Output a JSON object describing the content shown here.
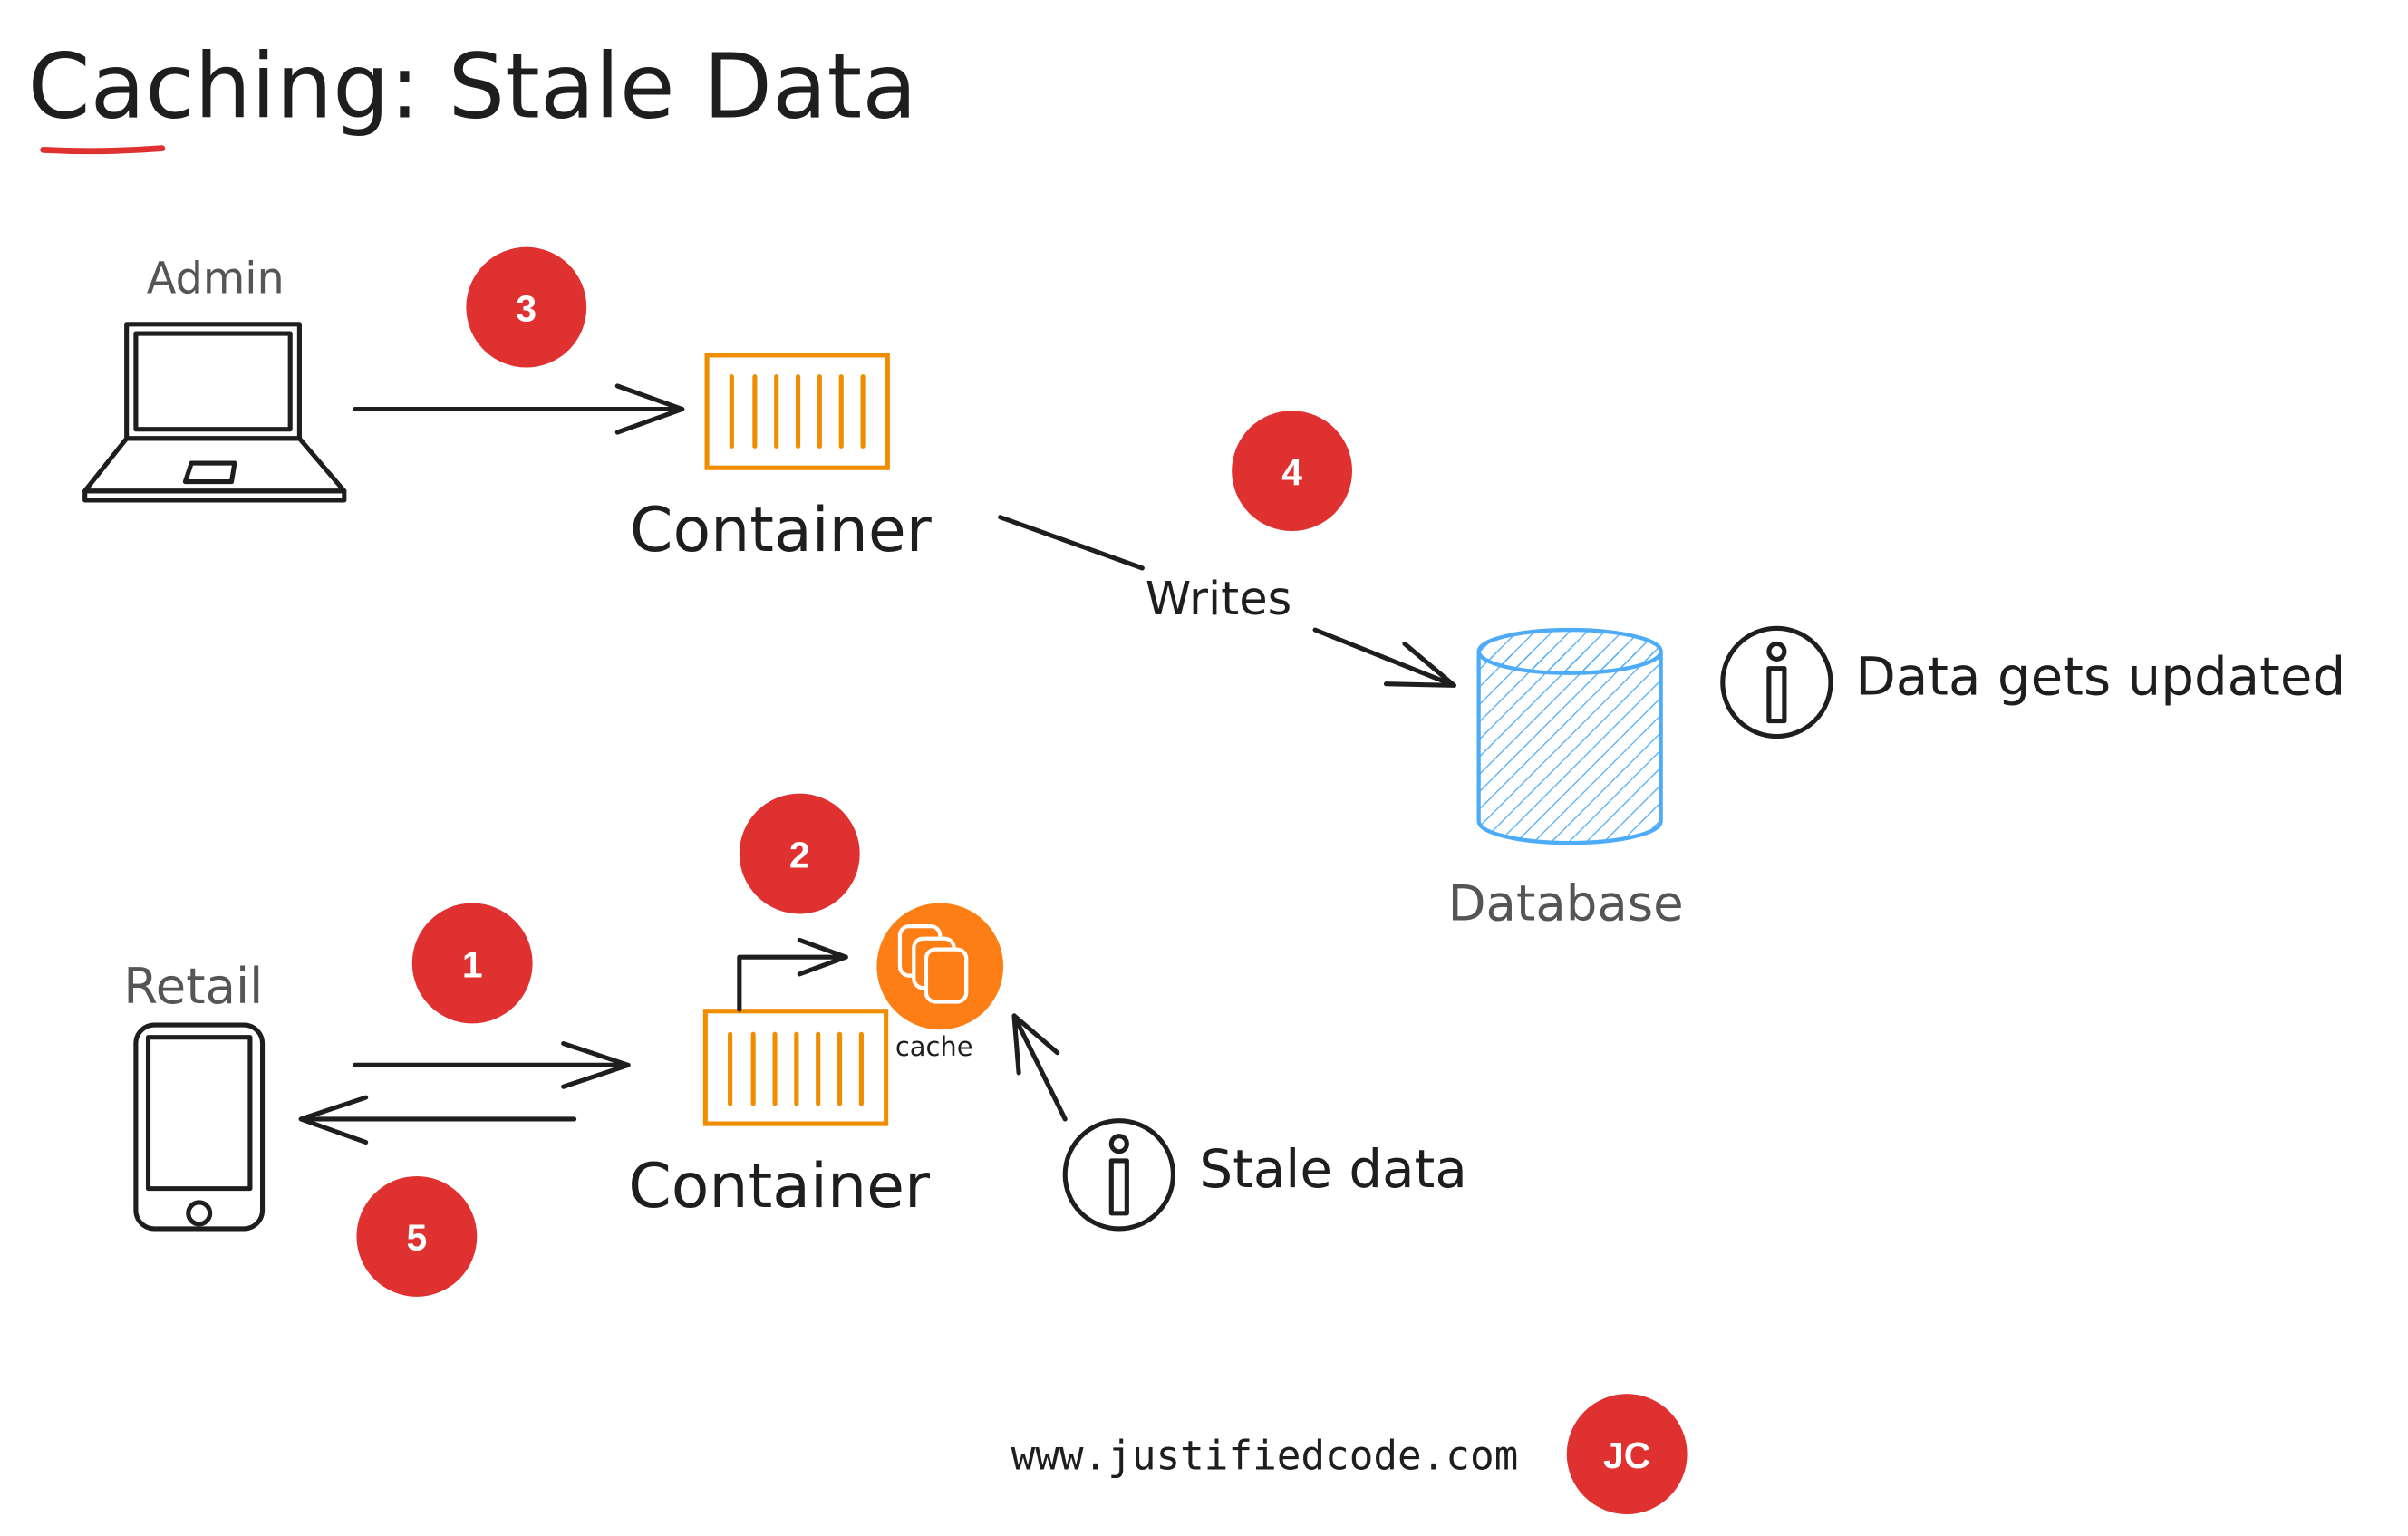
{
  "title": "Caching: Stale Data",
  "admin_label": "Admin",
  "retail_label": "Retail",
  "container_top_label": "Container",
  "container_bottom_label": "Container",
  "writes_label": "Writes",
  "database_label": "Database",
  "cache_label": "cache",
  "notes": {
    "updated": "Data gets updated",
    "stale": "Stale data"
  },
  "steps": [
    "1",
    "2",
    "3",
    "4",
    "5"
  ],
  "footer": {
    "url": "www.justifiedcode.com",
    "logo": "JC"
  },
  "colors": {
    "accent": "#e03131",
    "container": "#f08c00",
    "cache": "#fd7e14",
    "database": "#4dabf7",
    "info": "#1971c2"
  }
}
